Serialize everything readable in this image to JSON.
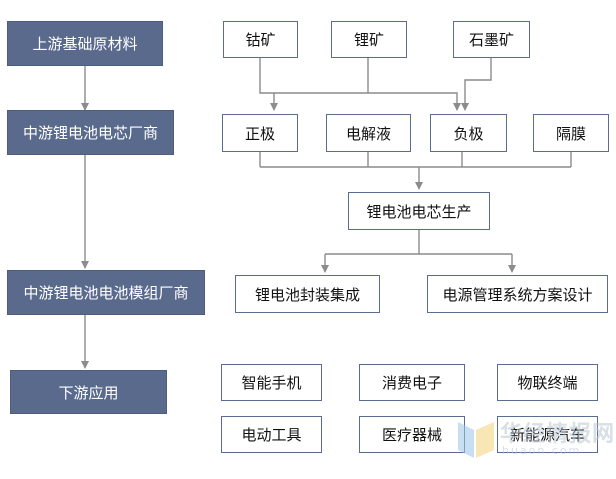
{
  "chain": [
    {
      "id": "upstream",
      "label": "上游基础原材料"
    },
    {
      "id": "cell",
      "label": "中游锂电池电芯厂商"
    },
    {
      "id": "module",
      "label": "中游锂电池电池模组厂商"
    },
    {
      "id": "downstream",
      "label": "下游应用"
    }
  ],
  "materials": [
    "钴矿",
    "锂矿",
    "石墨矿"
  ],
  "components": [
    "正极",
    "电解液",
    "负极",
    "隔膜"
  ],
  "production": "锂电池电芯生产",
  "integration": [
    "锂电池封装集成",
    "电源管理系统方案设计"
  ],
  "applications": [
    "智能手机",
    "消费电子",
    "物联终端",
    "电动工具",
    "医疗器械",
    "新能源汽车"
  ],
  "watermark": {
    "name": "华经情报网",
    "url": "huaon.com"
  },
  "colors": {
    "left_box": "#5a6a8c",
    "box_border": "#5b6d8e",
    "line": "#8c8c8c"
  }
}
